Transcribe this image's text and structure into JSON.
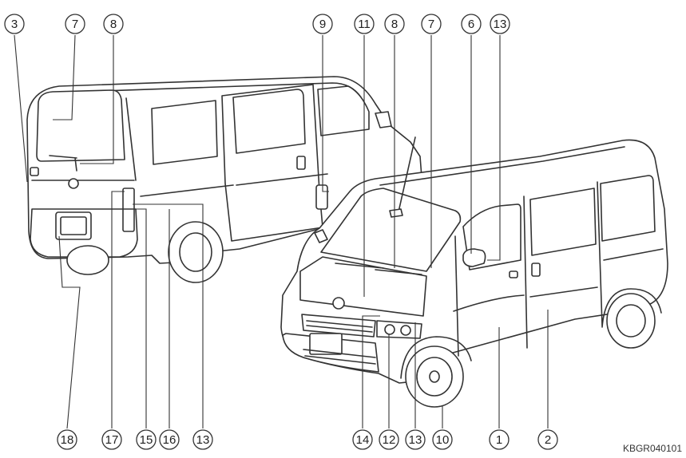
{
  "diagram": {
    "figure_code": "KBGR040101",
    "callouts": {
      "top": [
        {
          "id": "3",
          "label": "3"
        },
        {
          "id": "7a",
          "label": "7"
        },
        {
          "id": "8a",
          "label": "8"
        },
        {
          "id": "9",
          "label": "9"
        },
        {
          "id": "11",
          "label": "11"
        },
        {
          "id": "8b",
          "label": "8"
        },
        {
          "id": "7b",
          "label": "7"
        },
        {
          "id": "6",
          "label": "6"
        },
        {
          "id": "13a",
          "label": "13"
        }
      ],
      "bottom": [
        {
          "id": "18",
          "label": "18"
        },
        {
          "id": "17",
          "label": "17"
        },
        {
          "id": "15",
          "label": "15"
        },
        {
          "id": "16",
          "label": "16"
        },
        {
          "id": "13b",
          "label": "13"
        },
        {
          "id": "14",
          "label": "14"
        },
        {
          "id": "12",
          "label": "12"
        },
        {
          "id": "13c",
          "label": "13"
        },
        {
          "id": "10",
          "label": "10"
        },
        {
          "id": "1",
          "label": "1"
        },
        {
          "id": "2",
          "label": "2"
        }
      ]
    },
    "line_color": "#333333"
  }
}
